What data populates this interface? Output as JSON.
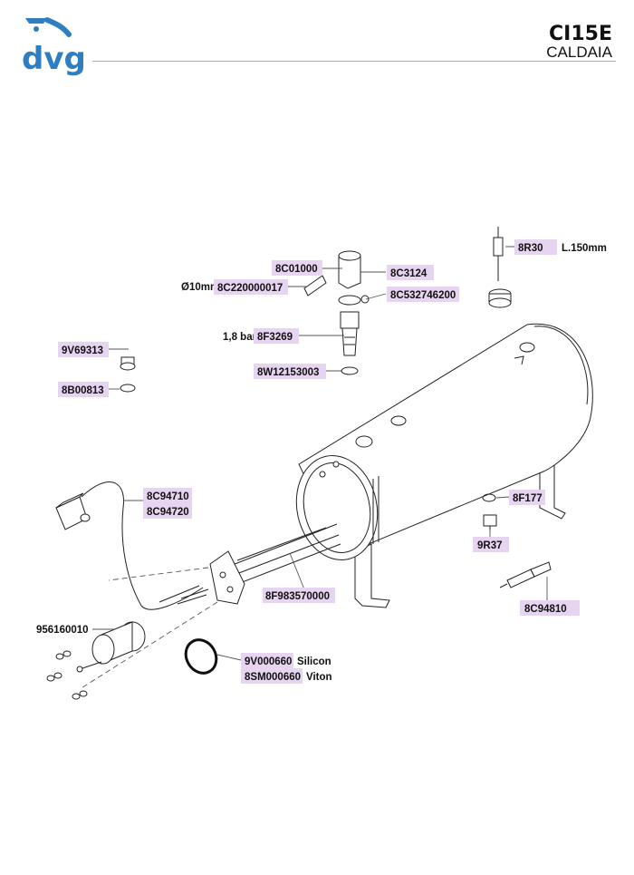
{
  "header": {
    "logo_text": "dvg",
    "model": "CI15E",
    "section": "CALDAIA"
  },
  "colors": {
    "brand_blue": "#2e7fc2",
    "label_bg": "#e6d4f0",
    "line": "#222222"
  },
  "parts": [
    {
      "code": "8R30",
      "note": "L.150mm"
    },
    {
      "code": "8C01000",
      "note": ""
    },
    {
      "code": "8C3124",
      "note": ""
    },
    {
      "code": "8C220000017",
      "note": "Ø10mm"
    },
    {
      "code": "8C532746200",
      "note": ""
    },
    {
      "code": "8F3269",
      "note": "1,8 bar"
    },
    {
      "code": "8W12153003",
      "note": ""
    },
    {
      "code": "9V69313",
      "note": ""
    },
    {
      "code": "8B00813",
      "note": ""
    },
    {
      "code": "8C94710",
      "note": ""
    },
    {
      "code": "8C94720",
      "note": ""
    },
    {
      "code": "8F177",
      "note": ""
    },
    {
      "code": "9R37",
      "note": ""
    },
    {
      "code": "8F983570000",
      "note": ""
    },
    {
      "code": "8C94810",
      "note": ""
    },
    {
      "code": "956160010",
      "note": ""
    },
    {
      "code": "9V000660",
      "note": "Silicon"
    },
    {
      "code": "8SM000660",
      "note": "Viton"
    }
  ]
}
